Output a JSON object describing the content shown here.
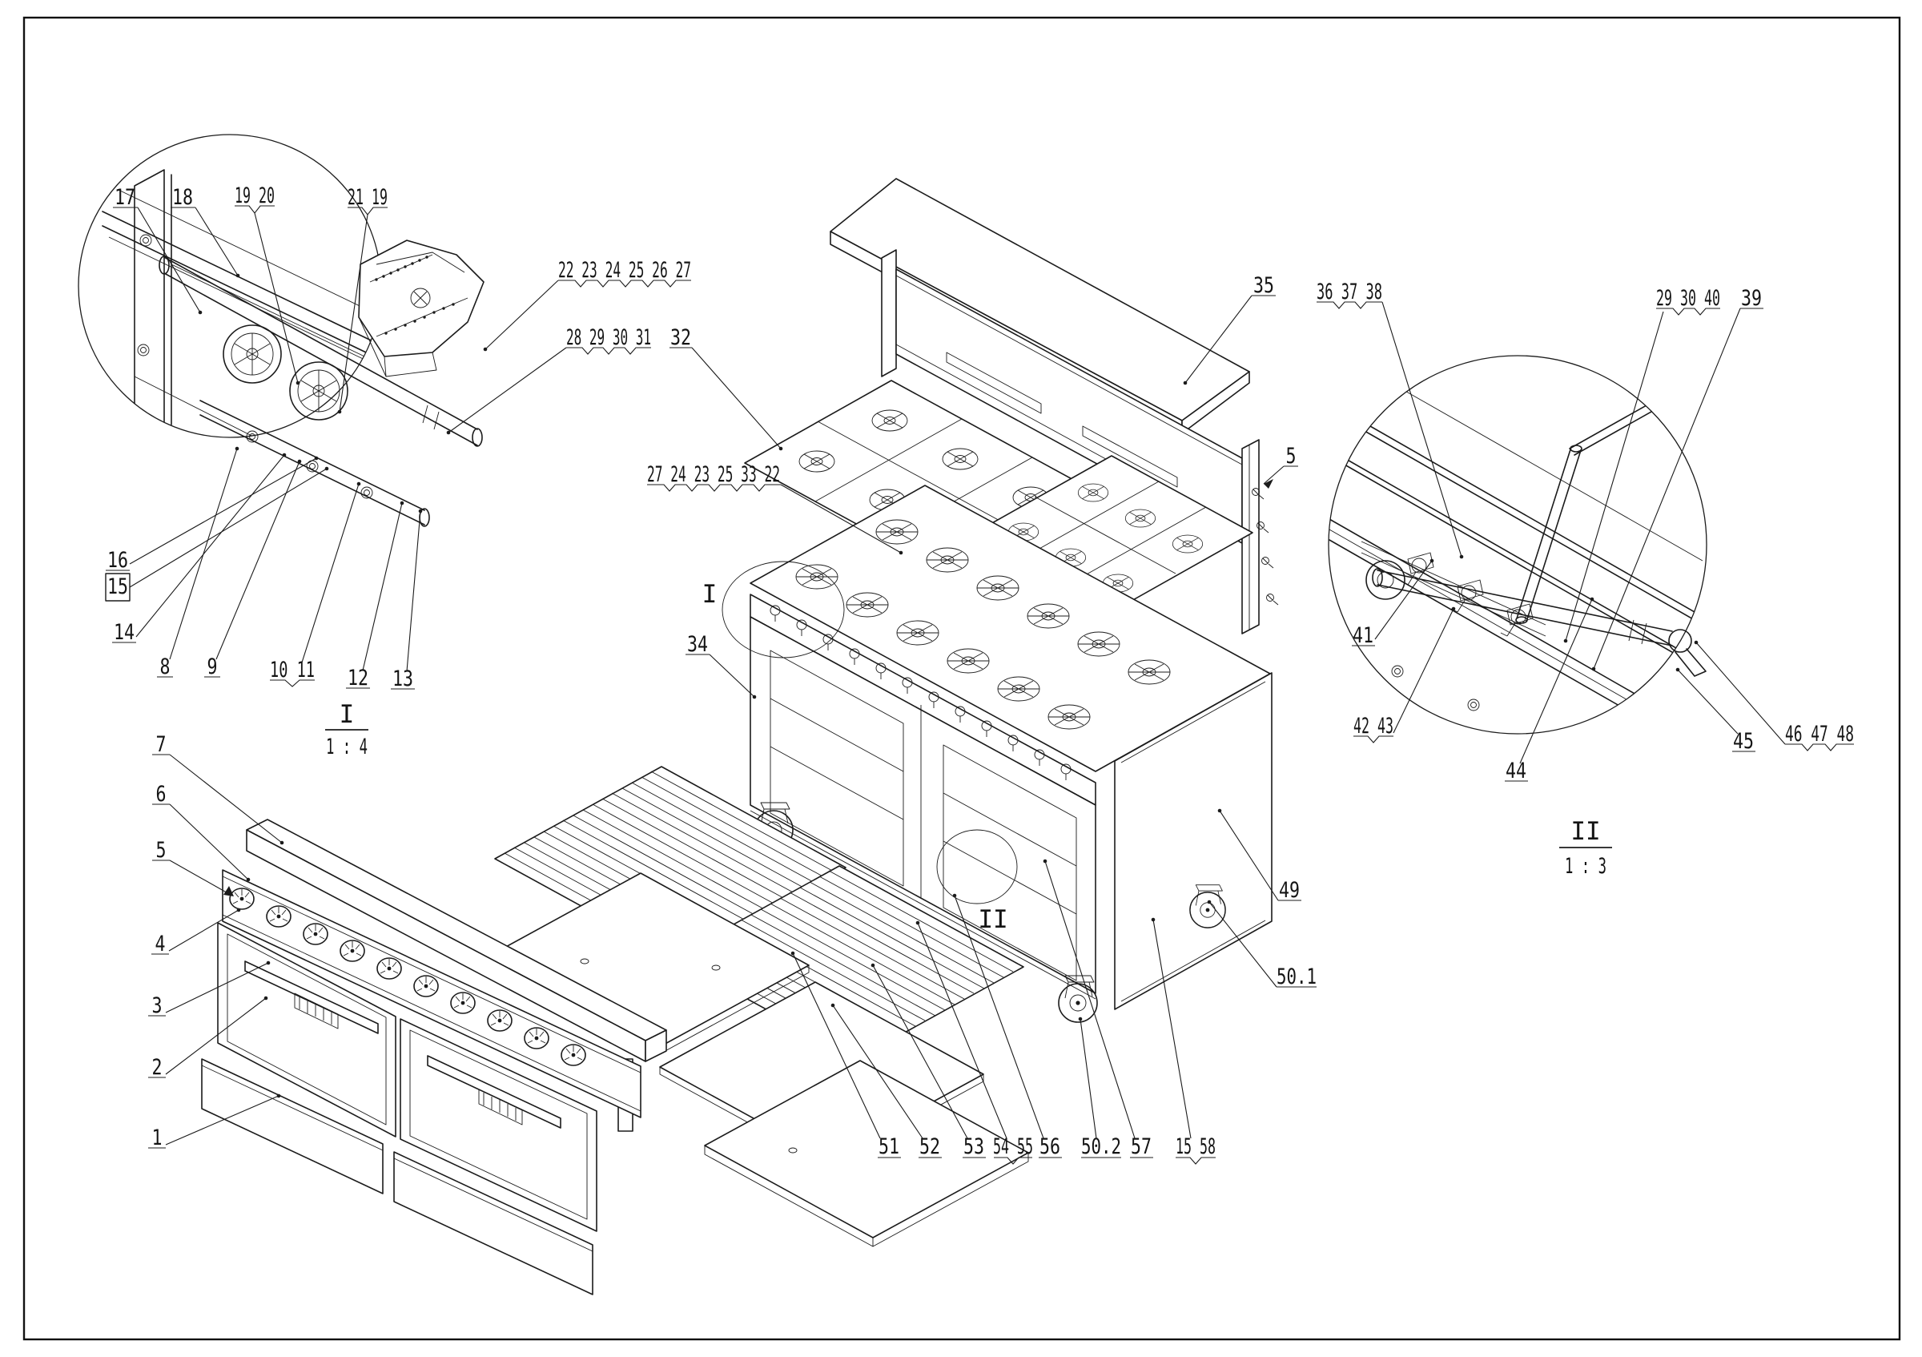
{
  "drawing": {
    "kind": "exploded-parts-diagram",
    "subject": "commercial gas range with ovens, burner grates and backguard shelf",
    "colors": {
      "ink": "#1b1b1b",
      "paper": "#ffffff"
    }
  },
  "views": {
    "v1": {
      "id": "I",
      "scale": "1 : 4"
    },
    "v2": {
      "id": "II",
      "scale": "1 : 3"
    }
  },
  "callouts": {
    "c1": "1",
    "c2": "2",
    "c3": "3",
    "c4": "4",
    "c5_left": "5",
    "c6": "6",
    "c7": "7",
    "c8": "8",
    "c9": "9",
    "c10_11": "10 11",
    "c12": "12",
    "c13": "13",
    "c14": "14",
    "c15_box": "15",
    "c16": "16",
    "c17": "17",
    "c18": "18",
    "c19_20": "19 20",
    "c21_19": "21 19",
    "c22_27": "22 23 24 25 26 27",
    "c28_31": "28 29 30 31",
    "c32": "32",
    "c27_22": "27 24 23 25 33 22",
    "c34": "34",
    "c35": "35",
    "c5_mid": "5",
    "c36_38": "36 37 38",
    "c29_40": "29 30 40",
    "c39": "39",
    "c41": "41",
    "c42_43": "42 43",
    "c44": "44",
    "c45": "45",
    "c46_48": "46 47 48",
    "c49": "49",
    "c50_1": "50.1",
    "c50_2": "50.2",
    "c51": "51",
    "c52": "52",
    "c53": "53",
    "c54_55": "54 55",
    "c56": "56",
    "c57": "57",
    "c15_58": "15 58"
  }
}
